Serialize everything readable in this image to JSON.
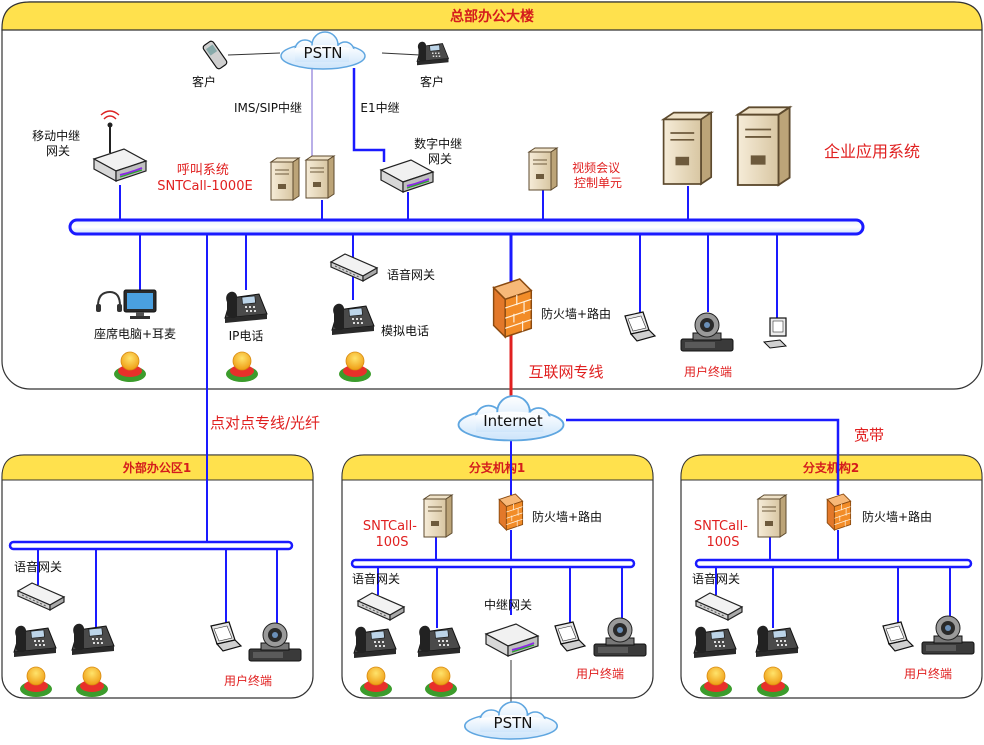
{
  "hq": {
    "title": "总部办公大楼",
    "pstn": "PSTN",
    "customer_left": "客户",
    "customer_right": "客户",
    "ims_sip_trunk": "IMS/SIP中继",
    "e1_trunk": "E1中继",
    "mobile_gateway": "移动中继\n网关",
    "call_system": "呼叫系统\nSNTCall-1000E",
    "digital_gateway": "数字中继\n网关",
    "video_mcu": "视频会议\n控制单元",
    "enterprise_apps": "企业应用系统",
    "agent_pc": "座席电脑+耳麦",
    "ip_phone": "IP电话",
    "voice_gateway": "语音网关",
    "analog_phone": "模拟电话",
    "firewall_router": "防火墙+路由",
    "user_terminal": "用户终端",
    "internet_line": "互联网专线"
  },
  "wan": {
    "internet": "Internet",
    "p2p_line": "点对点专线/光纤",
    "broadband": "宽带",
    "pstn_bottom": "PSTN"
  },
  "remote_office": {
    "title": "外部办公区1",
    "voice_gateway": "语音网关",
    "user_terminal": "用户终端"
  },
  "branch1": {
    "title": "分支机构1",
    "sntcall": "SNTCall-\n100S",
    "firewall_router": "防火墙+路由",
    "voice_gateway": "语音网关",
    "trunk_gateway": "中继网关",
    "user_terminal": "用户终端"
  },
  "branch2": {
    "title": "分支机构2",
    "sntcall": "SNTCall-\n100S",
    "firewall_router": "防火墙+路由",
    "voice_gateway": "语音网关",
    "user_terminal": "用户终端"
  },
  "colors": {
    "bus": "#1a1aff",
    "internet_line": "#e02020",
    "title_band": "#ffe14d",
    "title_text": "#d41c1c",
    "firewall": "#f28c28"
  }
}
